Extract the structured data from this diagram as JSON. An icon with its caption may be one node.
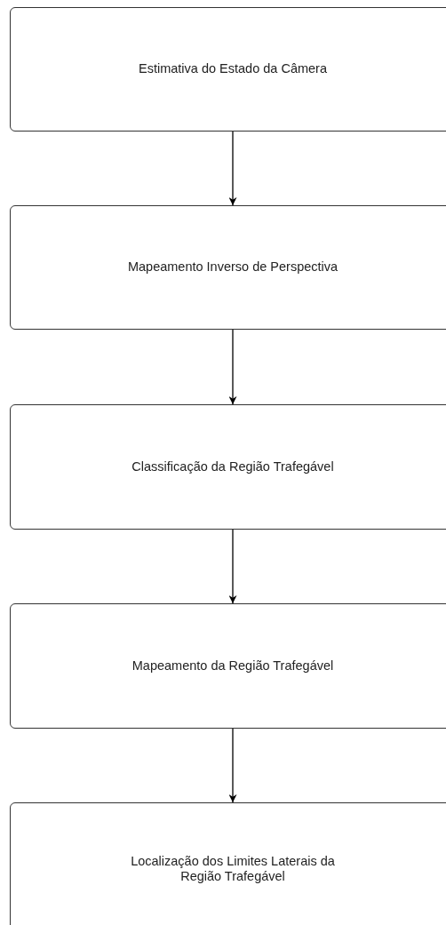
{
  "diagram": {
    "nodes": [
      {
        "text": [
          "Estimativa do Estado da Câmera"
        ]
      },
      {
        "text": [
          "Mapeamento Inverso de Perspectiva"
        ]
      },
      {
        "text": [
          "Classificação da Região Trafegável"
        ]
      },
      {
        "text": [
          "Mapeamento da Região Trafegável"
        ]
      },
      {
        "text": [
          "Localização dos Limites Laterais da Região Trafegável"
        ]
      }
    ],
    "edges": [
      {
        "from": 0,
        "to": 1,
        "arrow": "to"
      },
      {
        "from": 1,
        "to": 2,
        "arrow": "to"
      },
      {
        "from": 2,
        "to": 3,
        "arrow": "to"
      },
      {
        "from": 3,
        "to": 4,
        "arrow": "to"
      }
    ]
  }
}
